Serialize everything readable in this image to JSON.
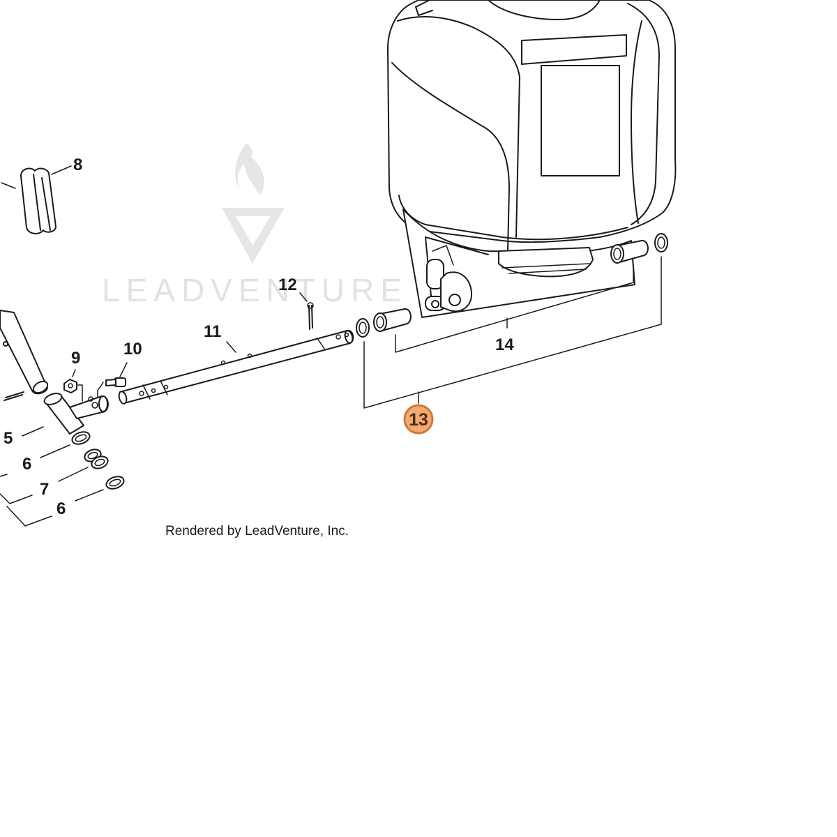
{
  "watermark": {
    "brand": "LEADVENTURE"
  },
  "callouts": {
    "c5": "5",
    "c6a": "6",
    "c6b": "6",
    "c7": "7",
    "c8": "8",
    "c9": "9",
    "c10": "10",
    "c11": "11",
    "c12": "12",
    "c13": "13",
    "c14": "14"
  },
  "highlighted_part": "13",
  "colors": {
    "highlight_fill": "#f3a971",
    "highlight_stroke": "#c77b3d",
    "line_art": "#1a1a1a",
    "watermark": "#e2e2e2"
  },
  "footer": {
    "credit": "Rendered by LeadVenture, Inc."
  }
}
